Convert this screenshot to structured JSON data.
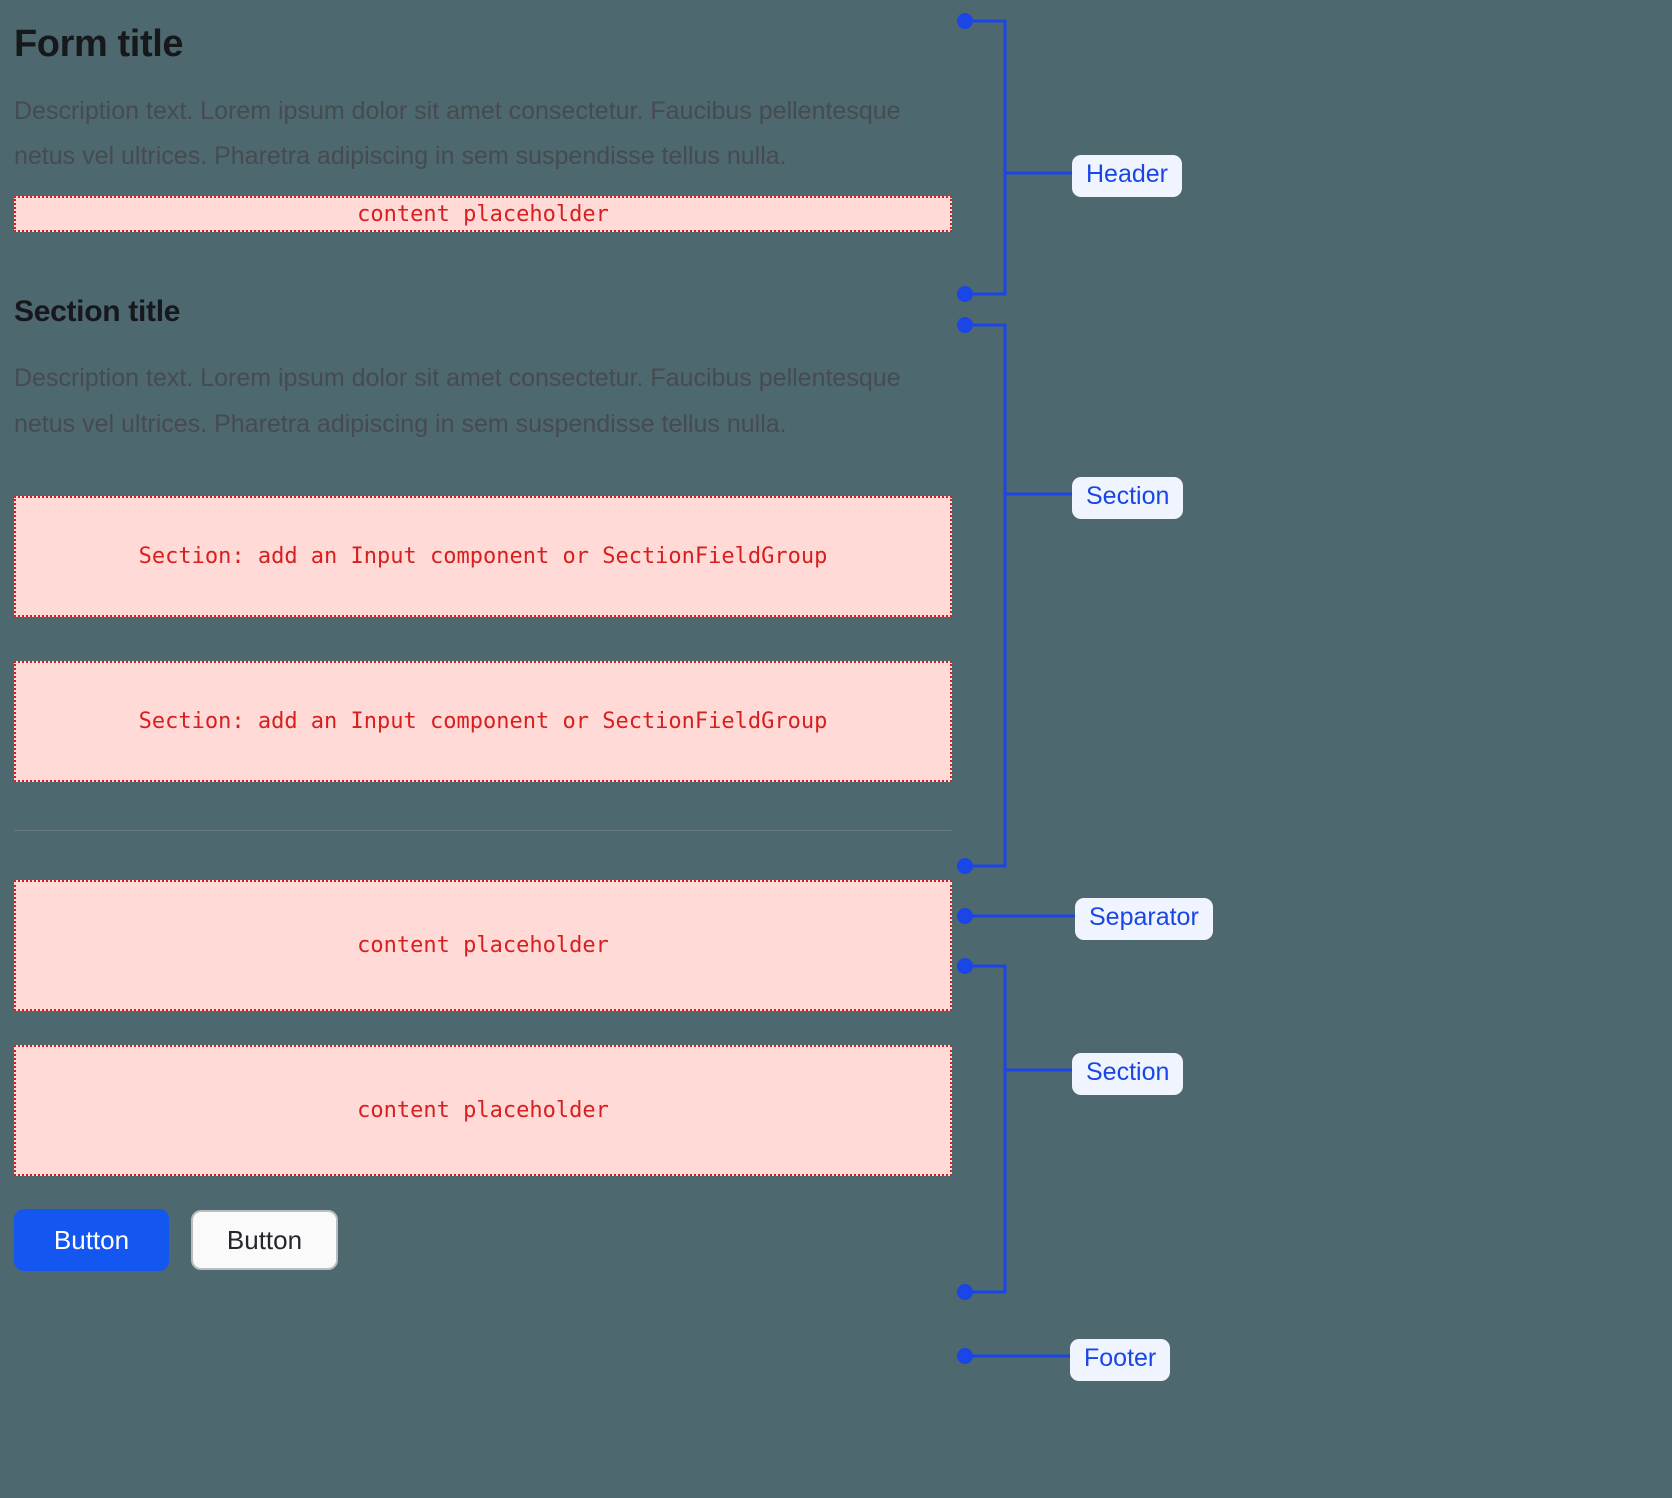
{
  "background_color": "#4d686e",
  "accent_color": "#1a46e8",
  "placeholder_color": "#d81f1f",
  "placeholder_fill": "#ffdad6",
  "header": {
    "title": "Form title",
    "description": "Description text. Lorem ipsum dolor sit amet consectetur. Faucibus pellentesque netus vel ultrices. Pharetra adipiscing in sem suspendisse tellus nulla.",
    "placeholder": "content placeholder"
  },
  "section_one": {
    "title": "Section title",
    "description": "Description text. Lorem ipsum dolor sit amet consectetur. Faucibus pellentesque netus vel ultrices. Pharetra adipiscing in sem suspendisse tellus nulla.",
    "field_placeholder_1": "Section: add an Input component or SectionFieldGroup",
    "field_placeholder_2": "Section: add an Input component or SectionFieldGroup"
  },
  "section_two": {
    "placeholder_1": "content placeholder",
    "placeholder_2": "content placeholder"
  },
  "footer": {
    "primary_button": "Button",
    "secondary_button": "Button"
  },
  "annotations": {
    "header_label": "Header",
    "section_one_label": "Section",
    "separator_label": "Separator",
    "section_two_label": "Section",
    "footer_label": "Footer"
  }
}
